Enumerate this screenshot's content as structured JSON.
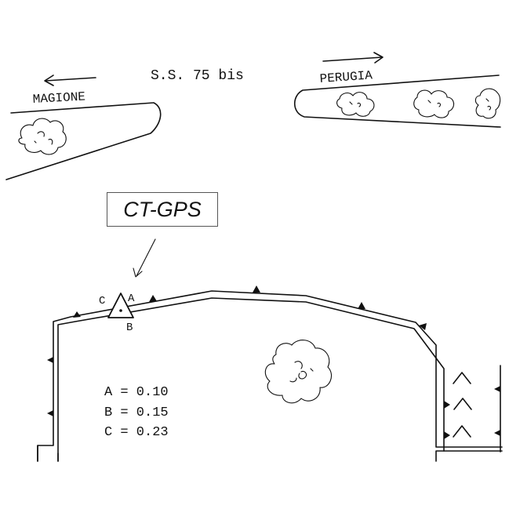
{
  "road": {
    "name": "S.S. 75 bis"
  },
  "directions": {
    "left": "MAGIONE",
    "right": "PERUGIA"
  },
  "station": {
    "label": "CT-GPS",
    "points": {
      "a": "A",
      "b": "B",
      "c": "C"
    }
  },
  "values": [
    {
      "text": "A = 0.10"
    },
    {
      "text": "B = 0.15"
    },
    {
      "text": "C = 0.23"
    }
  ]
}
